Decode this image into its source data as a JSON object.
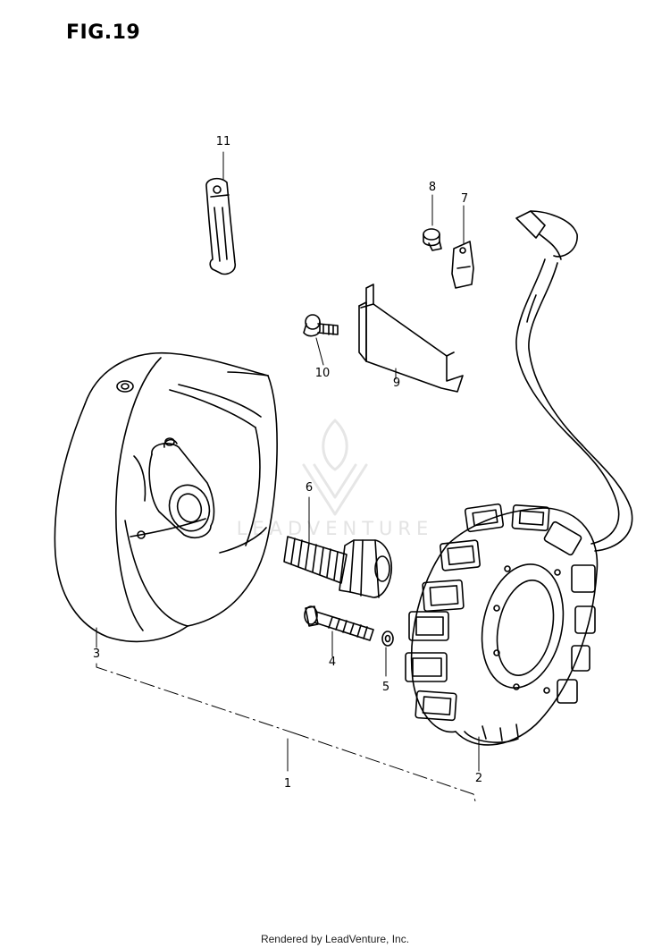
{
  "figure": {
    "title": "FIG.19"
  },
  "callouts": {
    "1": "1",
    "2": "2",
    "3": "3",
    "4": "4",
    "5": "5",
    "6": "6",
    "7": "7",
    "8": "8",
    "9": "9",
    "10": "10",
    "11": "11"
  },
  "watermark": {
    "text": "LEADVENTURE"
  },
  "footer": {
    "credit": "Rendered by LeadVenture, Inc."
  }
}
